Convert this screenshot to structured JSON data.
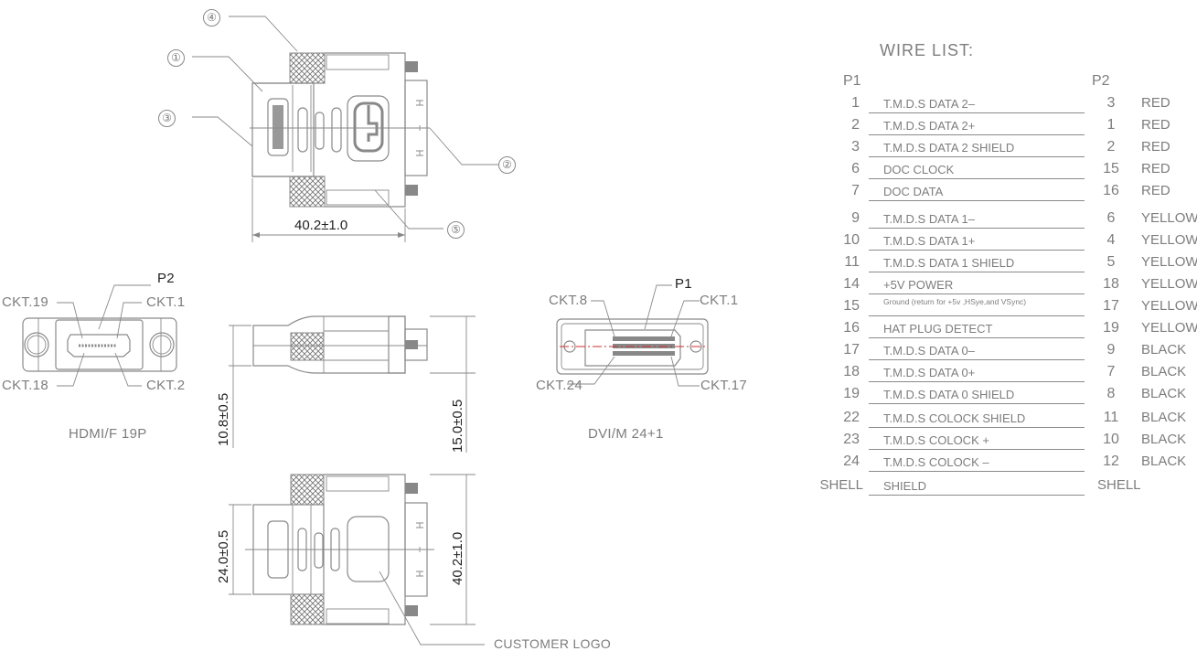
{
  "drawing": {
    "top_view": {
      "callouts": [
        "①",
        "②",
        "③",
        "④",
        "⑤"
      ],
      "width_dim": "40.2±1.0"
    },
    "side_view": {
      "height_dim_left": "10.8±0.5",
      "height_dim_right": "15.0±0.5"
    },
    "bottom_view": {
      "height_dim_left": "24.0±0.5",
      "height_dim_right": "40.2±1.0",
      "logo_label": "CUSTOMER LOGO"
    },
    "hdmi_face": {
      "port_label": "P2",
      "pins": {
        "top_left": "CKT.19",
        "top_right": "CKT.1",
        "bottom_left": "CKT.18",
        "bottom_right": "CKT.2"
      },
      "caption": "HDMI/F 19P"
    },
    "dvi_face": {
      "port_label": "P1",
      "pins": {
        "top_left": "CKT.8",
        "top_right": "CKT.1",
        "bottom_left": "CKT.24",
        "bottom_right": "CKT.17"
      },
      "caption": "DVI/M 24+1"
    }
  },
  "wire_list": {
    "title": "WIRE LIST:",
    "header_p1": "P1",
    "header_p2": "P2",
    "rows": [
      {
        "p1": "1",
        "signal": "T.M.D.S  DATA  2–",
        "p2": "3",
        "color": "RED"
      },
      {
        "p1": "2",
        "signal": "T.M.D.S  DATA  2+",
        "p2": "1",
        "color": "RED"
      },
      {
        "p1": "3",
        "signal": "T.M.D.S  DATA  2  SHIELD",
        "p2": "2",
        "color": "RED"
      },
      {
        "p1": "6",
        "signal": "DOC  CLOCK",
        "p2": "15",
        "color": "RED"
      },
      {
        "p1": "7",
        "signal": "DOC  DATA",
        "p2": "16",
        "color": "RED"
      },
      {
        "p1": "9",
        "signal": "T.M.D.S  DATA  1–",
        "p2": "6",
        "color": "YELLOW"
      },
      {
        "p1": "10",
        "signal": "T.M.D.S  DATA  1+",
        "p2": "4",
        "color": "YELLOW"
      },
      {
        "p1": "11",
        "signal": "T.M.D.S  DATA  1  SHIELD",
        "p2": "5",
        "color": "YELLOW"
      },
      {
        "p1": "14",
        "signal": "+5V  POWER",
        "p2": "18",
        "color": "YELLOW"
      },
      {
        "p1": "15",
        "signal": "Ground (return for +5v ,HSye,and VSync)",
        "p2": "17",
        "color": "YELLOW"
      },
      {
        "p1": "16",
        "signal": "HAT  PLUG  DETECT",
        "p2": "19",
        "color": "YELLOW"
      },
      {
        "p1": "17",
        "signal": "T.M.D.S  DATA  0–",
        "p2": "9",
        "color": "BLACK"
      },
      {
        "p1": "18",
        "signal": "T.M.D.S  DATA  0+",
        "p2": "7",
        "color": "BLACK"
      },
      {
        "p1": "19",
        "signal": "T.M.D.S  DATA  0  SHIELD",
        "p2": "8",
        "color": "BLACK"
      },
      {
        "p1": "22",
        "signal": "T.M.D.S  COLOCK  SHIELD",
        "p2": "11",
        "color": "BLACK"
      },
      {
        "p1": "23",
        "signal": "T.M.D.S  COLOCK  +",
        "p2": "10",
        "color": "BLACK"
      },
      {
        "p1": "24",
        "signal": "T.M.D.S  COLOCK  –",
        "p2": "12",
        "color": "BLACK"
      },
      {
        "p1": "SHELL",
        "signal": "SHIELD",
        "p2": "SHELL",
        "color": ""
      }
    ]
  }
}
